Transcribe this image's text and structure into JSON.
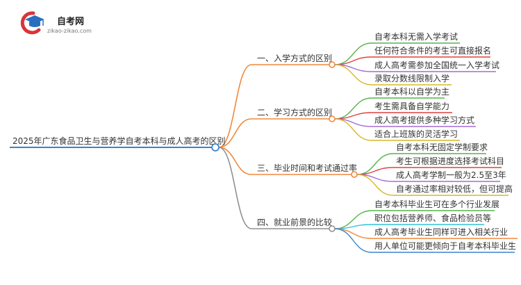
{
  "logo": {
    "title": "自考网",
    "subtitle": "zikao-zikao.com"
  },
  "mindmap": {
    "root": "2025年广东食品卫生与营养学自考本科与成人高考的区别",
    "branches": [
      {
        "label": "一、入学方式的区别",
        "color": "#f0883a",
        "children": [
          {
            "label": "自考本科无需入学考试",
            "color": "#55b34a"
          },
          {
            "label": "任何符合条件的考生可直接报名",
            "color": "#e0403c"
          },
          {
            "label": "成人高考需参加全国统一入学考试",
            "color": "#a36bd6"
          },
          {
            "label": "录取分数线限制入学",
            "color": "#d4b82c"
          }
        ]
      },
      {
        "label": "二、学习方式的区别",
        "color": "#f0883a",
        "children": [
          {
            "label": "自考本科以自学为主",
            "color": "#55b34a"
          },
          {
            "label": "考生需具备自学能力",
            "color": "#e0403c"
          },
          {
            "label": "成人高考提供多种学习方式",
            "color": "#a36bd6"
          },
          {
            "label": "适合上班族的灵活学习",
            "color": "#d4b82c"
          }
        ]
      },
      {
        "label": "三、毕业时间和考试通过率",
        "color": "#f0883a",
        "children": [
          {
            "label": "自考本科无固定学制要求",
            "color": "#55b34a"
          },
          {
            "label": "考生可根据进度选择考试科目",
            "color": "#e0403c"
          },
          {
            "label": "成人高考学制一般为2.5至3年",
            "color": "#a36bd6"
          },
          {
            "label": "自考通过率相对较低，但可提高",
            "color": "#d4b82c"
          }
        ]
      },
      {
        "label": "四、就业前景的比较",
        "color": "#909090",
        "children": [
          {
            "label": "自考本科毕业生可在多个行业发展",
            "color": "#55b34a"
          },
          {
            "label": "职位包括营养师、食品检验员等",
            "color": "#2ec4d6"
          },
          {
            "label": "成人高考毕业生同样可进入相关行业",
            "color": "#f0883a"
          },
          {
            "label": "用人单位可能更倾向于自考本科毕业生",
            "color": "#3a84d0"
          }
        ]
      }
    ]
  },
  "colors": {
    "root_line": "#3a84d0",
    "node_fill": "#ffffff"
  }
}
